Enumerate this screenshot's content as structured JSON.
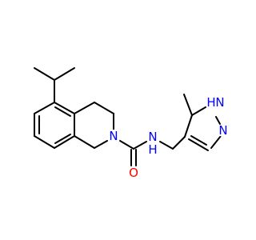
{
  "molecule": {
    "atoms": [
      {
        "id": "N1",
        "label": "N",
        "color": "#0000ff"
      },
      {
        "id": "N2",
        "label": "N",
        "color": "#0000ff"
      },
      {
        "id": "H2",
        "label": "H",
        "color": "#0000ff"
      },
      {
        "id": "O1",
        "label": "O",
        "color": "#ff0000"
      },
      {
        "id": "N3",
        "label": "N",
        "color": "#0000ff"
      },
      {
        "id": "N4",
        "label": "N",
        "color": "#0000ff"
      },
      {
        "id": "H4",
        "label": "H",
        "color": "#0000ff"
      }
    ],
    "colors": {
      "bond": "#000000",
      "nitrogen": "#0000ff",
      "oxygen": "#ff0000",
      "background": "#ffffff"
    }
  }
}
